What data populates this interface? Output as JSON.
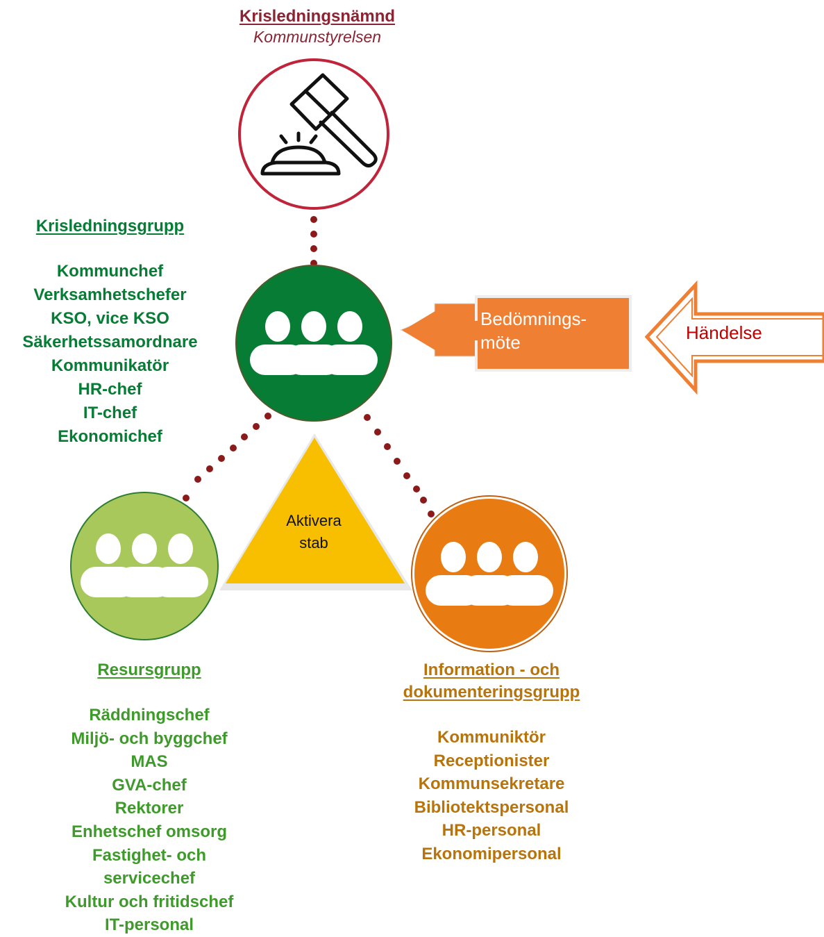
{
  "top": {
    "title": "Krisledningsnämnd",
    "subtitle": "Kommunstyrelsen"
  },
  "krisledningsgrupp": {
    "heading": "Krisledningsgrupp",
    "members": [
      "Kommunchef",
      "Verksamhetschefer",
      "KSO, vice KSO",
      "Säkerhetssamordnare",
      "Kommunikatör",
      "HR-chef",
      "IT-chef",
      "Ekonomichef"
    ]
  },
  "assessment": {
    "line1": "Bedömnings-",
    "line2": "möte"
  },
  "event": {
    "label": "Händelse"
  },
  "center": {
    "line1": "Aktivera",
    "line2": "stab"
  },
  "resursgrupp": {
    "heading": "Resursgrupp",
    "members": [
      "Räddningschef",
      "Miljö- och byggchef",
      "MAS",
      "GVA-chef",
      "Rektorer",
      "Enhetschef omsorg",
      "Fastighet- och",
      "servicechef",
      "Kultur och fritidschef",
      "IT-personal"
    ]
  },
  "infogrupp": {
    "heading_line1": "Information - och",
    "heading_line2": "dokumenteringsgrupp",
    "members": [
      "Kommuniktör",
      "Receptionister",
      "Kommunsekretare",
      "Bibliotektspersonal",
      "HR-personal",
      "Ekonomipersonal"
    ]
  },
  "colors": {
    "dark_red": "#8b2332",
    "crimson": "#c0243a",
    "dark_green": "#067c35",
    "light_green": "#a8c85c",
    "text_green": "#3e9a2a",
    "orange": "#e87c12",
    "arrow_orange": "#ef7f33",
    "gold": "#f7bf00",
    "text_gold": "#b8740c",
    "event_red": "#c00000"
  },
  "icons": [
    "gavel-icon",
    "people-group-icon"
  ]
}
